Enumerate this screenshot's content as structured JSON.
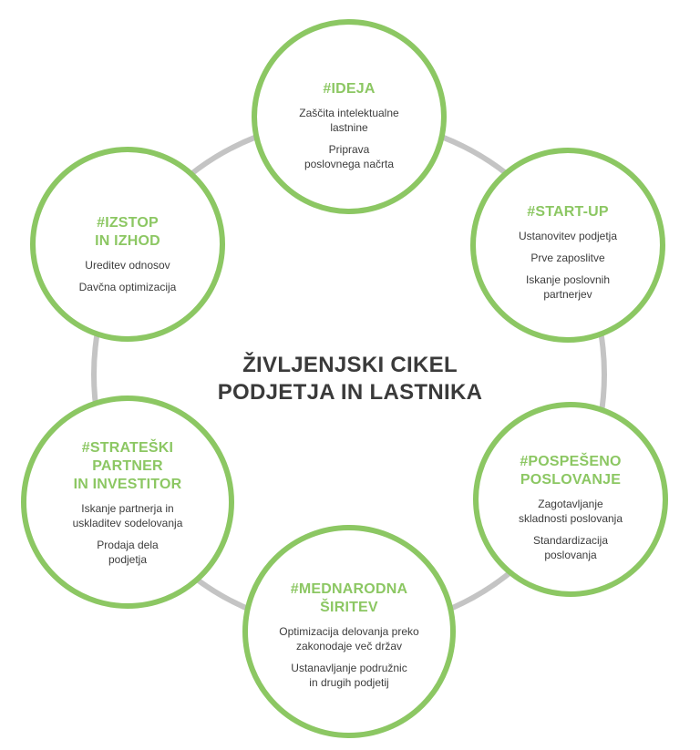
{
  "diagram": {
    "title_lines": [
      "ŽIVLJENJSKI CIKEL",
      "PODJETJA IN LASTNIKA"
    ],
    "colors": {
      "accent": "#8cc763",
      "ring": "#c4c4c4",
      "text": "#3c3c3c",
      "title": "#3a3a3a"
    },
    "stages": [
      {
        "tag_lines": [
          "#IDEJA"
        ],
        "items": [
          [
            "Zaščita intelektualne",
            "lastnine"
          ],
          [
            "Priprava",
            "poslovnega načrta"
          ]
        ]
      },
      {
        "tag_lines": [
          "#START-UP"
        ],
        "items": [
          [
            "Ustanovitev podjetja"
          ],
          [
            "Prve zaposlitve"
          ],
          [
            "Iskanje poslovnih",
            "partnerjev"
          ]
        ]
      },
      {
        "tag_lines": [
          "#POSPEŠENO",
          "POSLOVANJE"
        ],
        "items": [
          [
            "Zagotavljanje",
            "skladnosti poslovanja"
          ],
          [
            "Standardizacija",
            "poslovanja"
          ]
        ]
      },
      {
        "tag_lines": [
          "#MEDNARODNA",
          "ŠIRITEV"
        ],
        "items": [
          [
            "Optimizacija delovanja preko",
            "zakonodaje več držav"
          ],
          [
            "Ustanavljanje podružnic",
            "in drugih podjetij"
          ]
        ]
      },
      {
        "tag_lines": [
          "#STRATEŠKI",
          "PARTNER",
          "IN INVESTITOR"
        ],
        "items": [
          [
            "Iskanje partnerja in",
            "uskladitev sodelovanja"
          ],
          [
            "Prodaja dela",
            "podjetja"
          ]
        ]
      },
      {
        "tag_lines": [
          "#IZSTOP",
          "IN IZHOD"
        ],
        "items": [
          [
            "Ureditev odnosov"
          ],
          [
            "Davčna optimizacija"
          ]
        ]
      }
    ]
  }
}
